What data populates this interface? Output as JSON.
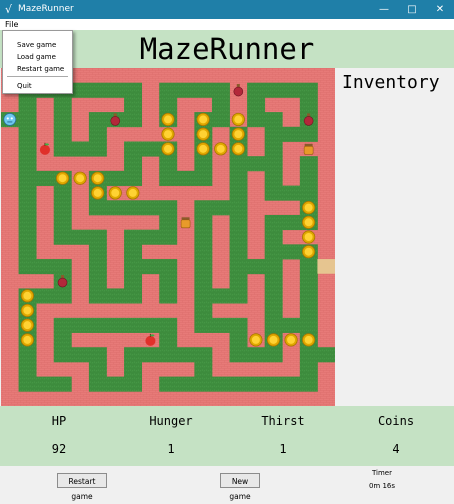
{
  "window": {
    "title": "MazeRunner",
    "app_icon": "√",
    "minimize_glyph": "—",
    "maximize_glyph": "□",
    "close_glyph": "✕"
  },
  "menu": {
    "file_label": "File",
    "dropdown": {
      "save": "Save game",
      "load": "Load game",
      "restart": "Restart game",
      "quit": "Quit"
    }
  },
  "header": {
    "title": "MazeRunner"
  },
  "inventory": {
    "title": "Inventory"
  },
  "stats": {
    "hp_label": "HP",
    "hp_value": "92",
    "hunger_label": "Hunger",
    "hunger_value": "1",
    "thirst_label": "Thirst",
    "thirst_value": "1",
    "coins_label": "Coins",
    "coins_value": "4"
  },
  "controls": {
    "restart_label": "Restart game",
    "new_game_label": "New game",
    "timer_label": "Timer",
    "timer_value": "0m 16s"
  },
  "maze": {
    "wall_color": "#e77a78",
    "path_color": "#3d8c3d",
    "exit_color": "#e6c590",
    "grid": [
      "###################",
      "#.......#....#....#",
      "#.#.###.#.##.#.##.#",
      "..#.#...#.#..#..#.#",
      "#.#.#.#####.#.#...#",
      "#.#...#...#.#.#.###",
      "#.#####.#.#.#...#.#",
      "#...#...#...#.#.#.#",
      "#.#.#.#######.#...#",
      "#.#.#.....#...###.#",
      "#.#.#####.#.#.#...#",
      "#.#...#...#.#.#.###",
      "#.###.#.###.#.#...#",
      "#...#.#...#.#...#.#",
      "###.#.#.#.#.#.#.#.#",
      "#...#...#.#...#.#.#",
      "#.#########.###.#.#",
      "#.#.......#...#...#",
      "#.#.#####.###.#.#.#",
      "#.#...#.....#...#..",
      "#.###.#.###.#####.#",
      "#...#...#.........#",
      "###################"
    ],
    "items": [
      {
        "type": "player",
        "cell": [
          0,
          3
        ]
      },
      {
        "type": "potion",
        "cell": [
          13,
          1
        ]
      },
      {
        "type": "potion",
        "cell": [
          6,
          3
        ]
      },
      {
        "type": "potion",
        "cell": [
          17,
          3
        ]
      },
      {
        "type": "potion",
        "cell": [
          3,
          14
        ]
      },
      {
        "type": "apple",
        "cell": [
          2,
          5
        ]
      },
      {
        "type": "apple",
        "cell": [
          8,
          18
        ]
      },
      {
        "type": "jar",
        "cell": [
          17,
          5
        ]
      },
      {
        "type": "jar",
        "cell": [
          10,
          10
        ]
      },
      {
        "type": "coin",
        "cell": [
          9,
          3
        ]
      },
      {
        "type": "coin",
        "cell": [
          9,
          4
        ]
      },
      {
        "type": "coin",
        "cell": [
          9,
          5
        ]
      },
      {
        "type": "coin",
        "cell": [
          11,
          3
        ]
      },
      {
        "type": "coin",
        "cell": [
          11,
          4
        ]
      },
      {
        "type": "coin",
        "cell": [
          11,
          5
        ]
      },
      {
        "type": "coin",
        "cell": [
          13,
          3
        ]
      },
      {
        "type": "coin",
        "cell": [
          13,
          4
        ]
      },
      {
        "type": "coin",
        "cell": [
          13,
          5
        ]
      },
      {
        "type": "coin",
        "cell": [
          12,
          5
        ]
      },
      {
        "type": "coin",
        "cell": [
          3,
          7
        ]
      },
      {
        "type": "coin",
        "cell": [
          4,
          7
        ]
      },
      {
        "type": "coin",
        "cell": [
          5,
          7
        ]
      },
      {
        "type": "coin",
        "cell": [
          5,
          8
        ]
      },
      {
        "type": "coin",
        "cell": [
          6,
          8
        ]
      },
      {
        "type": "coin",
        "cell": [
          7,
          8
        ]
      },
      {
        "type": "coin",
        "cell": [
          17,
          9
        ]
      },
      {
        "type": "coin",
        "cell": [
          17,
          10
        ]
      },
      {
        "type": "coin",
        "cell": [
          17,
          11
        ]
      },
      {
        "type": "coin",
        "cell": [
          17,
          12
        ]
      },
      {
        "type": "coin",
        "cell": [
          1,
          15
        ]
      },
      {
        "type": "coin",
        "cell": [
          1,
          16
        ]
      },
      {
        "type": "coin",
        "cell": [
          1,
          17
        ]
      },
      {
        "type": "coin",
        "cell": [
          1,
          18
        ]
      },
      {
        "type": "coin",
        "cell": [
          14,
          18
        ]
      },
      {
        "type": "coin",
        "cell": [
          15,
          18
        ]
      },
      {
        "type": "coin",
        "cell": [
          16,
          18
        ]
      },
      {
        "type": "coin",
        "cell": [
          17,
          18
        ]
      },
      {
        "type": "exit",
        "cell": [
          18,
          13
        ]
      }
    ]
  }
}
